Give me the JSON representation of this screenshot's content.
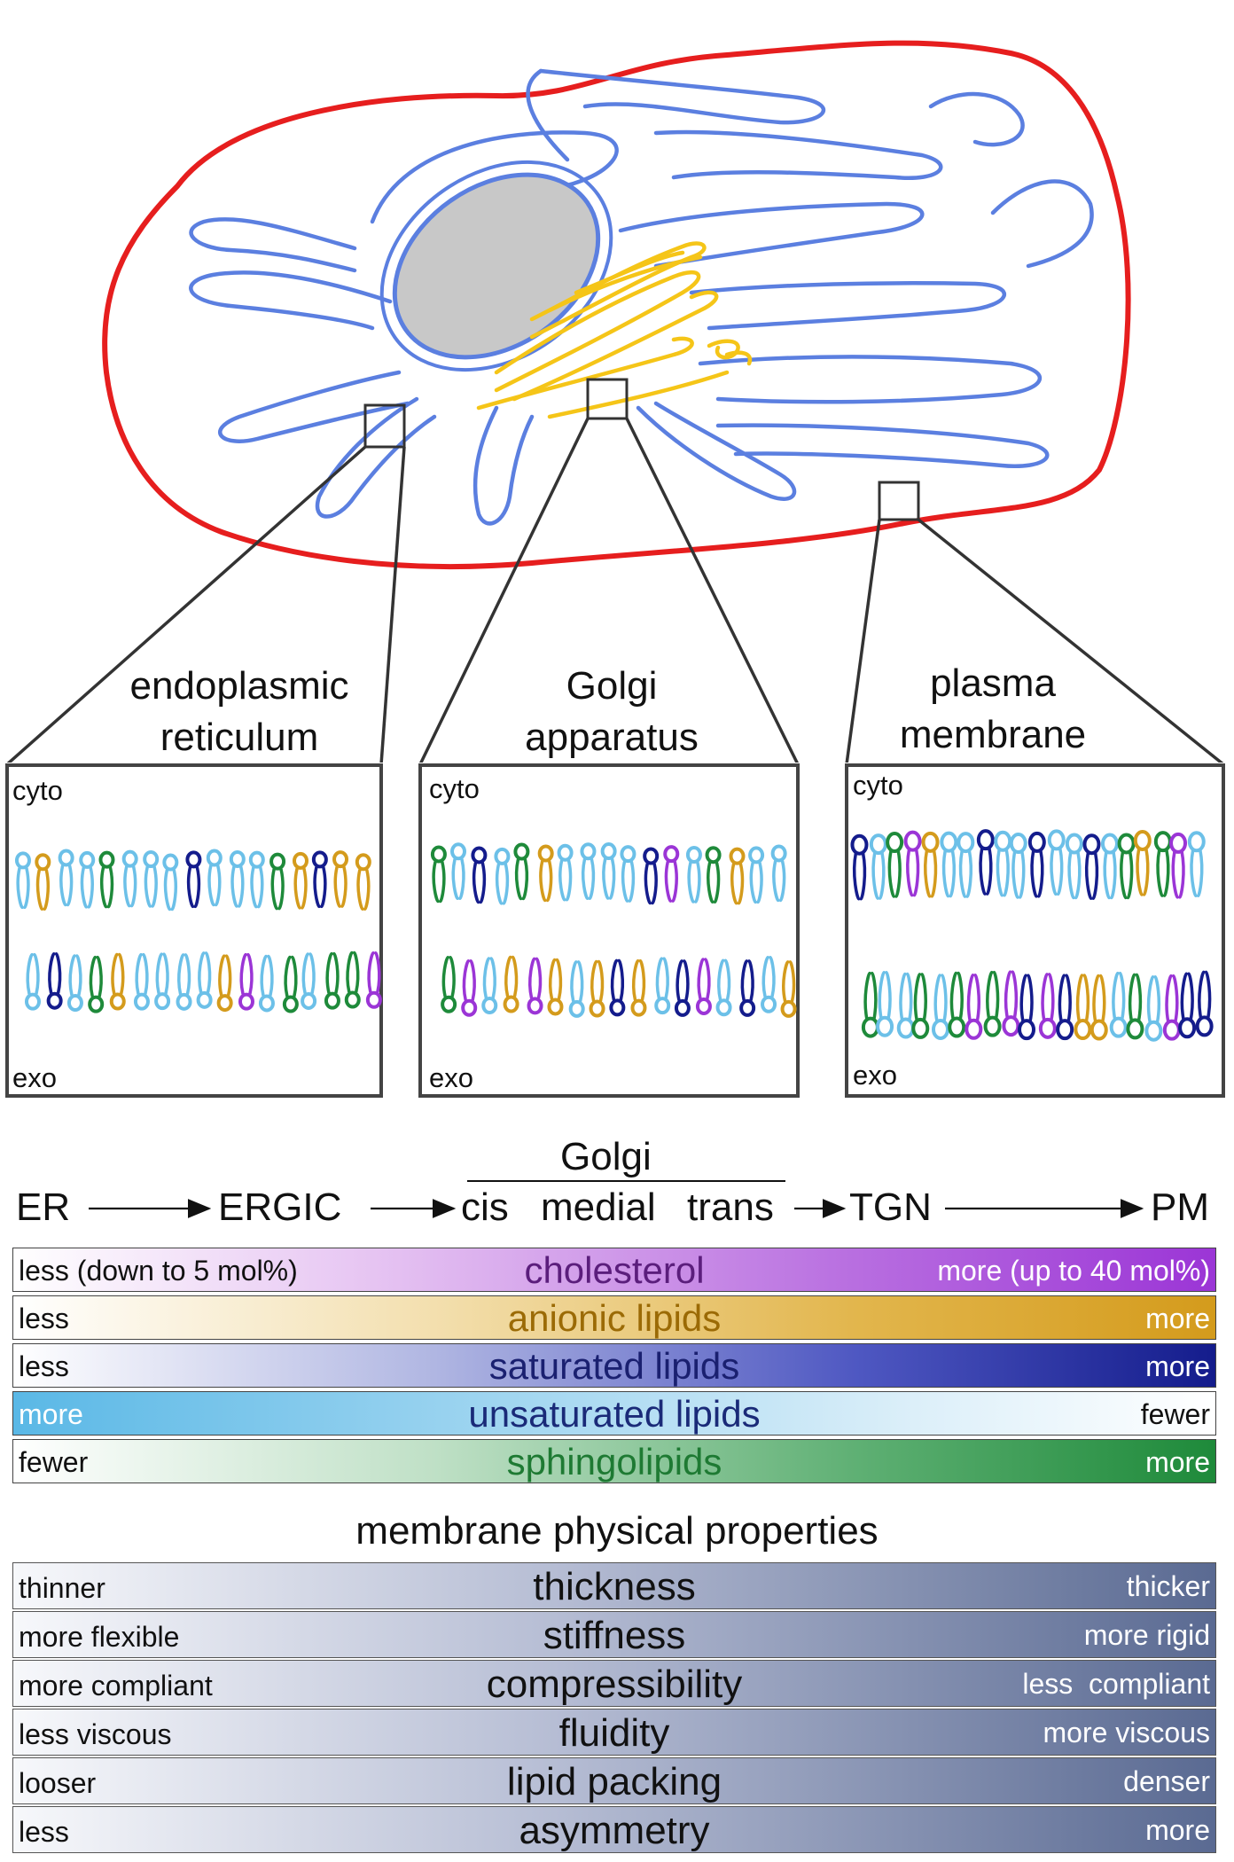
{
  "panels": {
    "er": {
      "title_line1": "endoplasmic",
      "title_line2": "reticulum",
      "cyto": "cyto",
      "exo": "exo"
    },
    "golgi": {
      "title_line1": "Golgi",
      "title_line2": "apparatus",
      "cyto": "cyto",
      "exo": "exo"
    },
    "pm": {
      "title_line1": "plasma",
      "title_line2": "membrane",
      "cyto": "cyto",
      "exo": "exo"
    }
  },
  "pathway": {
    "er": "ER",
    "ergic": "ERGIC",
    "golgi": "Golgi",
    "cis": "cis",
    "medial": "medial",
    "trans": "trans",
    "tgn": "TGN",
    "pm": "PM"
  },
  "lipid_bars": [
    {
      "left": "less (down to 5 mol%)",
      "center": "cholesterol",
      "right": "more (up to 40 mol%)",
      "color": "#9b35d6"
    },
    {
      "left": "less",
      "center": "anionic lipids",
      "right": "more",
      "color": "#d49b1c"
    },
    {
      "left": "less",
      "center": "saturated lipids",
      "right": "more",
      "color": "#141c8c"
    },
    {
      "left": "more",
      "center": "unsaturated lipids",
      "right": "fewer",
      "color": "#5ab8e6"
    },
    {
      "left": "fewer",
      "center": "sphingolipids",
      "right": "more",
      "color": "#1e8a3a"
    }
  ],
  "properties": {
    "title": "membrane physical properties",
    "rows": [
      {
        "left": "thinner",
        "center": "thickness",
        "right": "thicker"
      },
      {
        "left": "more flexible",
        "center": "stiffness",
        "right": "more rigid"
      },
      {
        "left": "more compliant",
        "center": "compressibility",
        "right": "less  compliant"
      },
      {
        "left": "less viscous",
        "center": "fluidity",
        "right": "more viscous"
      },
      {
        "left": "looser",
        "center": "lipid packing",
        "right": "denser"
      },
      {
        "left": "less",
        "center": "asymmetry",
        "right": "more"
      }
    ]
  },
  "colors": {
    "plasma_membrane": "#e61e1e",
    "er": "#5b7fe0",
    "golgi": "#f5c518",
    "nucleus": "#c8c8c8"
  }
}
